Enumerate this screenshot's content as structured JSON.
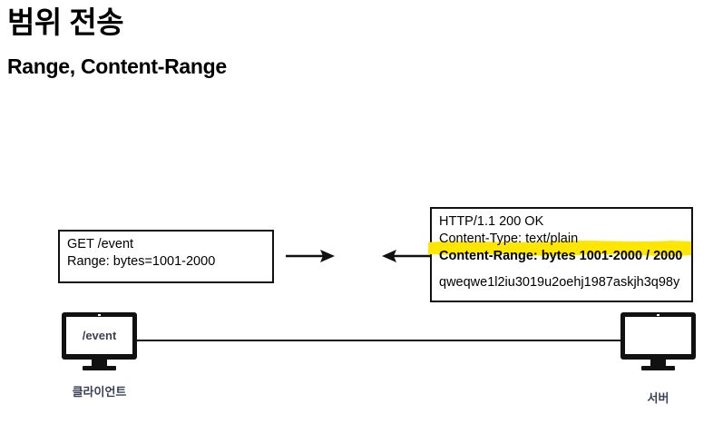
{
  "slide": {
    "title": "범위 전송",
    "subtitle": "Range, Content-Range"
  },
  "request": {
    "name": "http-request",
    "lines": [
      "GET /event",
      "Range: bytes=1001-2000"
    ]
  },
  "response": {
    "name": "http-response",
    "status_line": "HTTP/1.1 200 OK",
    "content_type": "Content-Type: text/plain",
    "content_range": "Content-Range: bytes 1001-2000 / 2000",
    "body": "qweqwe1l2iu3019u2oehj1987askjh3q98y",
    "highlight_color": "#ffe600"
  },
  "arrows": {
    "request_direction": "right",
    "response_direction": "left"
  },
  "nodes": {
    "client": {
      "screen_label": "/event",
      "caption": "클라이언트"
    },
    "server": {
      "screen_label": "",
      "caption": "서버"
    }
  },
  "colors": {
    "ink": "#000000",
    "caption": "#3b4256",
    "highlight": "#ffe600"
  }
}
